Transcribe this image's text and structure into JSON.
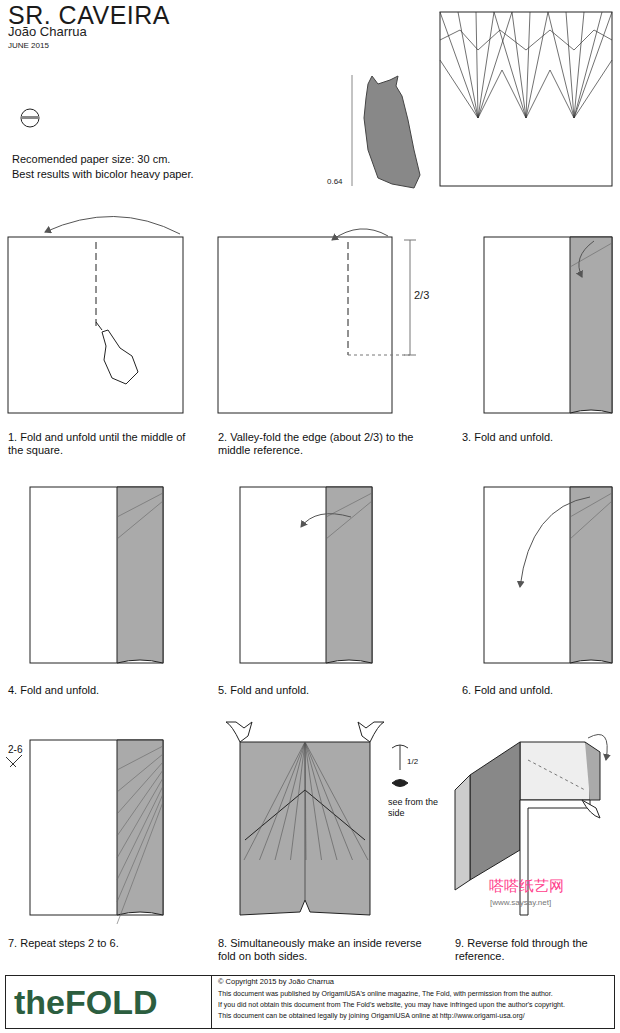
{
  "diagram": {
    "title": "SR. CAVEIRA",
    "nodes": [
      {
        "text": [
          "theFOLD",
          "© Copyright 2015 by João Charrua",
          "This document was published by OrigamiUSA's online magazine, The Fold, with permission from the author.",
          "If you did not obtain this document from The Fold's website, you may have infringed upon the author's copyright.",
          "This document can be obtained legally by joining OrigamiUSA online at http://www.origami-usa.org/"
        ]
      }
    ],
    "labels": [
      "João Charrua",
      "JUNE 2015",
      "Recomended paper size: 30 cm.",
      "Best results with bicolor heavy paper.",
      "0.64",
      "2/3",
      "1. Fold and unfold until the middle of the square.",
      "2. Valley-fold the edge (about 2/3) to the middle reference.",
      "3. Fold and unfold.",
      "4. Fold and unfold.",
      "5. Fold and unfold.",
      "6. Fold and unfold.",
      "2-6",
      "7. Repeat steps 2 to 6.",
      "1/2",
      "see from the side",
      "8. Simultaneously make an inside reverse fold on both sides.",
      "9. Reverse fold through the reference.",
      "嗒嗒纸艺网",
      "[www.saysay.net]"
    ]
  }
}
